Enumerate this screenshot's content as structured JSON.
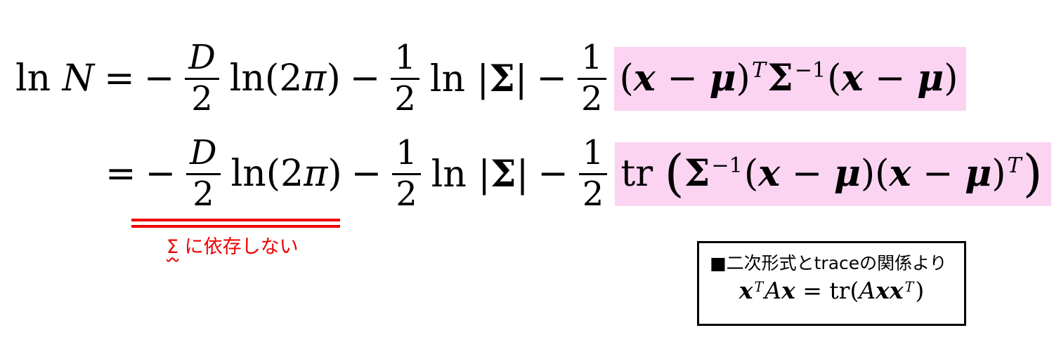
{
  "colors": {
    "highlight": "#fbd4f2",
    "annotation_red": "#ee0000",
    "ink": "#000000",
    "background": "#ffffff"
  },
  "equation": {
    "lines": [
      {
        "name": "gaussian-log-likelihood-quadratic-form",
        "segments": [
          {
            "kind": "t",
            "toks": [
              {
                "t": "ln ",
                "s": "rm"
              },
              {
                "t": "N",
                "s": "cal"
              }
            ]
          },
          {
            "kind": "t",
            "toks": [
              {
                "t": "=",
                "s": "rm"
              }
            ]
          },
          {
            "kind": "t",
            "toks": [
              {
                "t": "−",
                "s": "rm"
              }
            ]
          },
          {
            "kind": "frac",
            "num": "D",
            "ns": "it",
            "den": "2",
            "ds": "rm"
          },
          {
            "kind": "t",
            "toks": [
              {
                "t": "ln(2",
                "s": "rm"
              },
              {
                "t": "π",
                "s": "it"
              },
              {
                "t": ")",
                "s": "rm"
              }
            ]
          },
          {
            "kind": "t",
            "toks": [
              {
                "t": "−",
                "s": "rm"
              }
            ]
          },
          {
            "kind": "frac",
            "num": "1",
            "ns": "rm",
            "den": "2",
            "ds": "rm"
          },
          {
            "kind": "t",
            "toks": [
              {
                "t": "ln |",
                "s": "rm"
              },
              {
                "t": "Σ",
                "s": "bf"
              },
              {
                "t": "|",
                "s": "rm"
              }
            ]
          },
          {
            "kind": "t",
            "toks": [
              {
                "t": "−",
                "s": "rm"
              }
            ]
          },
          {
            "kind": "frac",
            "num": "1",
            "ns": "rm",
            "den": "2",
            "ds": "rm"
          },
          {
            "kind": "hl",
            "toks": [
              {
                "t": "(",
                "s": "rm"
              },
              {
                "t": "x",
                "s": "bi"
              },
              {
                "t": " − ",
                "s": "rm"
              },
              {
                "t": "μ",
                "s": "bi"
              },
              {
                "t": ")",
                "s": "rm"
              },
              {
                "t": "T",
                "s": "it",
                "sup": true
              },
              {
                "t": "Σ",
                "s": "bf"
              },
              {
                "t": "−1",
                "s": "rm",
                "sup": true
              },
              {
                "t": "(",
                "s": "rm"
              },
              {
                "t": "x",
                "s": "bi"
              },
              {
                "t": " − ",
                "s": "rm"
              },
              {
                "t": "μ",
                "s": "bi"
              },
              {
                "t": ")",
                "s": "rm"
              }
            ]
          }
        ]
      },
      {
        "name": "gaussian-log-likelihood-trace-form",
        "segments": [
          {
            "kind": "t",
            "toks": [
              {
                "t": "=",
                "s": "rm"
              }
            ]
          },
          {
            "kind": "t",
            "toks": [
              {
                "t": "−",
                "s": "rm"
              }
            ]
          },
          {
            "kind": "frac",
            "num": "D",
            "ns": "it",
            "den": "2",
            "ds": "rm"
          },
          {
            "kind": "t",
            "toks": [
              {
                "t": "ln(2",
                "s": "rm"
              },
              {
                "t": "π",
                "s": "it"
              },
              {
                "t": ")",
                "s": "rm"
              }
            ]
          },
          {
            "kind": "t",
            "toks": [
              {
                "t": "−",
                "s": "rm"
              }
            ]
          },
          {
            "kind": "frac",
            "num": "1",
            "ns": "rm",
            "den": "2",
            "ds": "rm"
          },
          {
            "kind": "t",
            "toks": [
              {
                "t": "ln |",
                "s": "rm"
              },
              {
                "t": "Σ",
                "s": "bf"
              },
              {
                "t": "|",
                "s": "rm"
              }
            ]
          },
          {
            "kind": "t",
            "toks": [
              {
                "t": "−",
                "s": "rm"
              }
            ]
          },
          {
            "kind": "frac",
            "num": "1",
            "ns": "rm",
            "den": "2",
            "ds": "rm"
          },
          {
            "kind": "hl",
            "toks": [
              {
                "t": "tr ",
                "s": "rm"
              },
              {
                "t": "(",
                "s": "rm",
                "big": true
              },
              {
                "t": "Σ",
                "s": "bf"
              },
              {
                "t": "−1",
                "s": "rm",
                "sup": true
              },
              {
                "t": "(",
                "s": "rm"
              },
              {
                "t": "x",
                "s": "bi"
              },
              {
                "t": " − ",
                "s": "rm"
              },
              {
                "t": "μ",
                "s": "bi"
              },
              {
                "t": ")(",
                "s": "rm"
              },
              {
                "t": "x",
                "s": "bi"
              },
              {
                "t": " − ",
                "s": "rm"
              },
              {
                "t": "μ",
                "s": "bi"
              },
              {
                "t": ")",
                "s": "rm"
              },
              {
                "t": "T",
                "s": "it",
                "sup": true
              },
              {
                "t": ")",
                "s": "rm",
                "big": true
              }
            ]
          }
        ]
      }
    ]
  },
  "annotation": {
    "sigma": "Σ",
    "rest": " に依存しない"
  },
  "note_box": {
    "title": "■二次形式とtraceの関係より",
    "formula_toks": [
      {
        "t": "x",
        "s": "bi"
      },
      {
        "t": "T",
        "s": "it",
        "sup": true
      },
      {
        "t": "A",
        "s": "it"
      },
      {
        "t": "x",
        "s": "bi"
      },
      {
        "t": " = ",
        "s": "rm"
      },
      {
        "t": "tr(",
        "s": "rm"
      },
      {
        "t": "A",
        "s": "it"
      },
      {
        "t": "x",
        "s": "bi"
      },
      {
        "t": "x",
        "s": "bi"
      },
      {
        "t": "T",
        "s": "it",
        "sup": true
      },
      {
        "t": ")",
        "s": "rm"
      }
    ]
  }
}
